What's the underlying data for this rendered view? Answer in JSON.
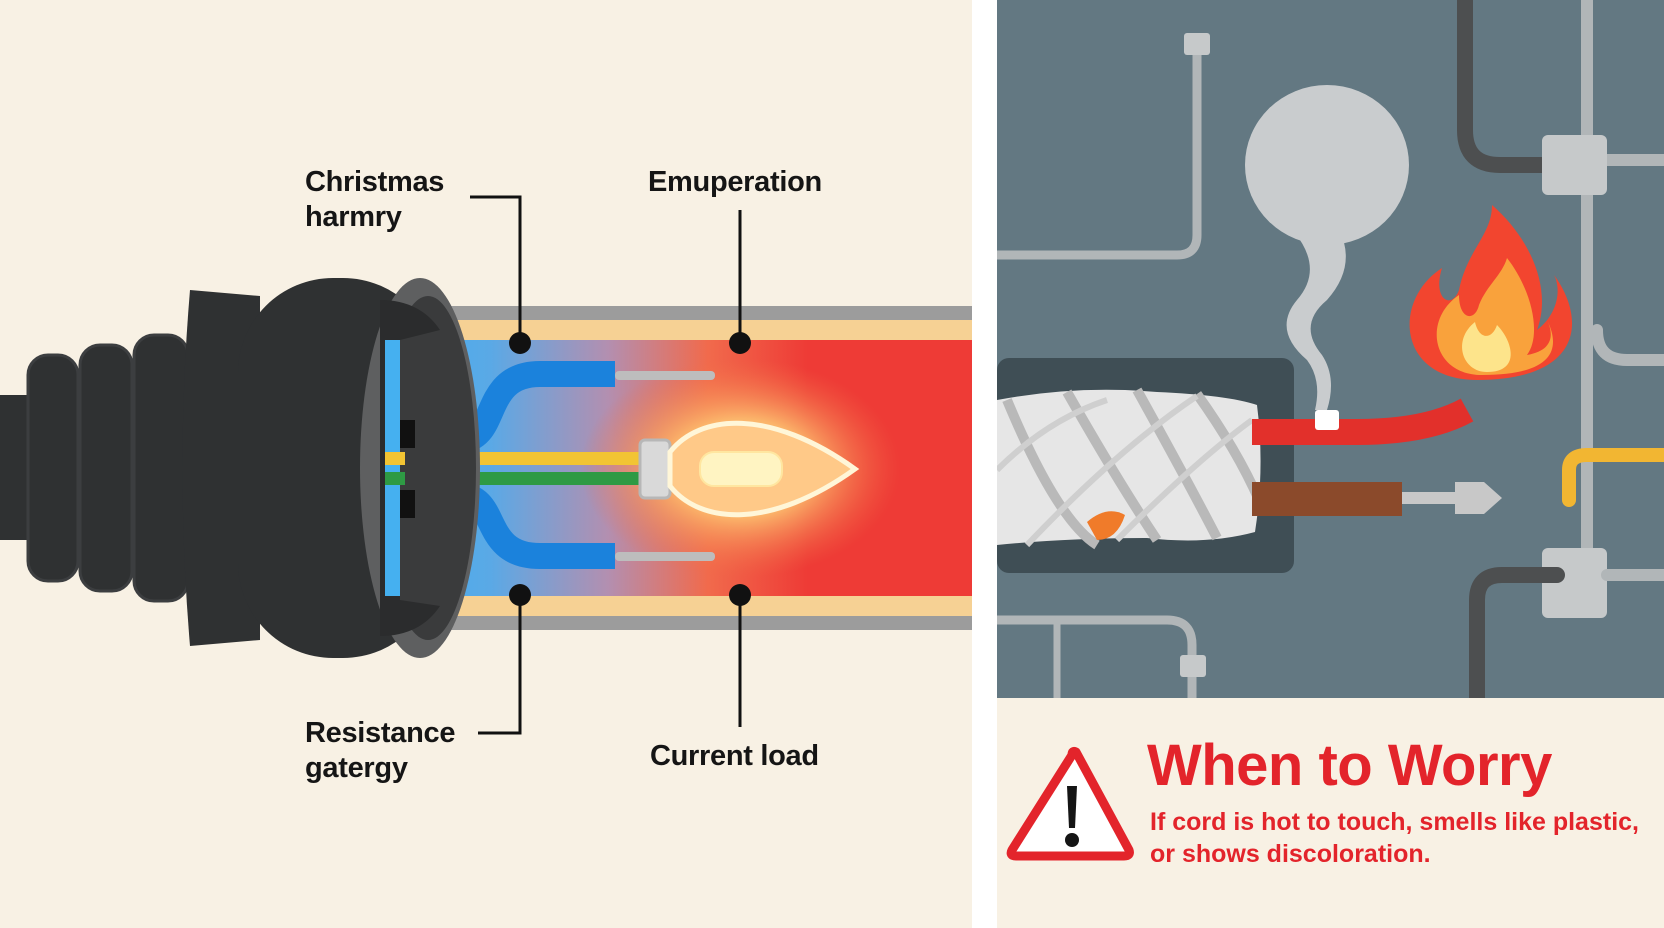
{
  "diagram": {
    "callouts": [
      {
        "id": "top-left",
        "text": "Christmas\nharmry"
      },
      {
        "id": "top-right",
        "text": "Emuperation"
      },
      {
        "id": "bottom-left",
        "text": "Resistance\ngatergy"
      },
      {
        "id": "bottom-right",
        "text": "Current load"
      }
    ]
  },
  "warning": {
    "title": "When to Worry",
    "text": "If cord is hot to touch, smells like plastic, or shows discoloration."
  },
  "colors": {
    "background": "#f8f1e4",
    "plug_body": "#2f3132",
    "insulation_blue": "#45b0f0",
    "hot_red": "#ee3b36",
    "warning_red": "#e3242b",
    "panel_gray": "#637882"
  },
  "icons": [
    "plug-icon",
    "bulb-icon",
    "smoke-icon",
    "flame-icon",
    "warning-triangle-icon"
  ]
}
